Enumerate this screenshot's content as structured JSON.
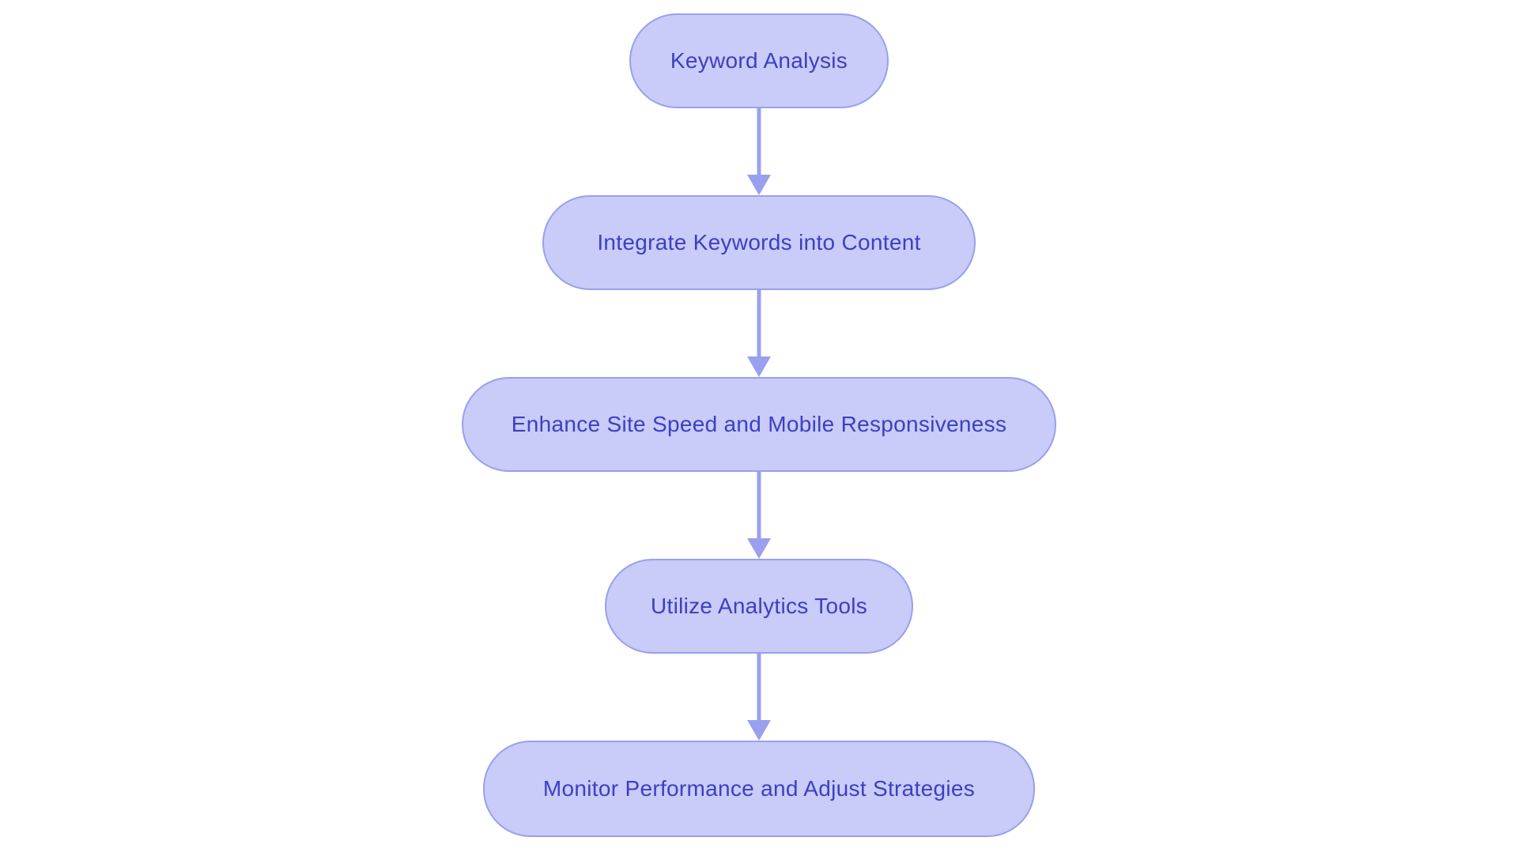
{
  "diagram": {
    "type": "flowchart",
    "direction": "top-down",
    "colors": {
      "bg": "#ffffff",
      "node-fill": "#c9cbf8",
      "node-border": "#99a0ec",
      "node-text": "#3c40c1",
      "arrow": "#99a0ef"
    },
    "nodes": [
      {
        "id": "n1",
        "label": "Keyword Analysis"
      },
      {
        "id": "n2",
        "label": "Integrate Keywords into Content"
      },
      {
        "id": "n3",
        "label": "Enhance Site Speed and Mobile Responsiveness"
      },
      {
        "id": "n4",
        "label": "Utilize Analytics Tools"
      },
      {
        "id": "n5",
        "label": "Monitor Performance and Adjust Strategies"
      }
    ],
    "edges": [
      {
        "from": "n1",
        "to": "n2"
      },
      {
        "from": "n2",
        "to": "n3"
      },
      {
        "from": "n3",
        "to": "n4"
      },
      {
        "from": "n4",
        "to": "n5"
      }
    ]
  }
}
